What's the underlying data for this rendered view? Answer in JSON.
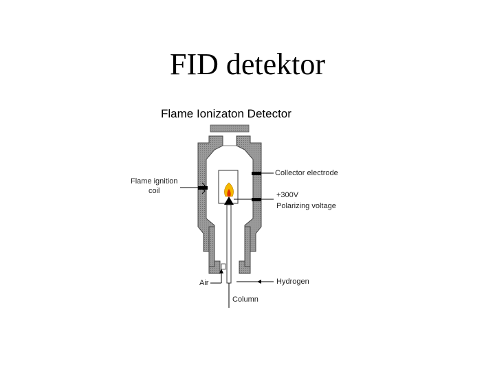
{
  "slide": {
    "title": "FID detektor"
  },
  "diagram": {
    "title": "Flame Ionizaton Detector",
    "labels": {
      "collector": "Collector electrode",
      "ignition_line1": "Flame ignition",
      "ignition_line2": "coil",
      "voltage_line1": "+300V",
      "voltage_line2": "Polarizing voltage",
      "hydrogen": "Hydrogen",
      "air": "Air",
      "column": "Column"
    },
    "colors": {
      "housing": "#8a8a8a",
      "flame_outer": "#f5b800",
      "flame_inner": "#e03000"
    }
  }
}
